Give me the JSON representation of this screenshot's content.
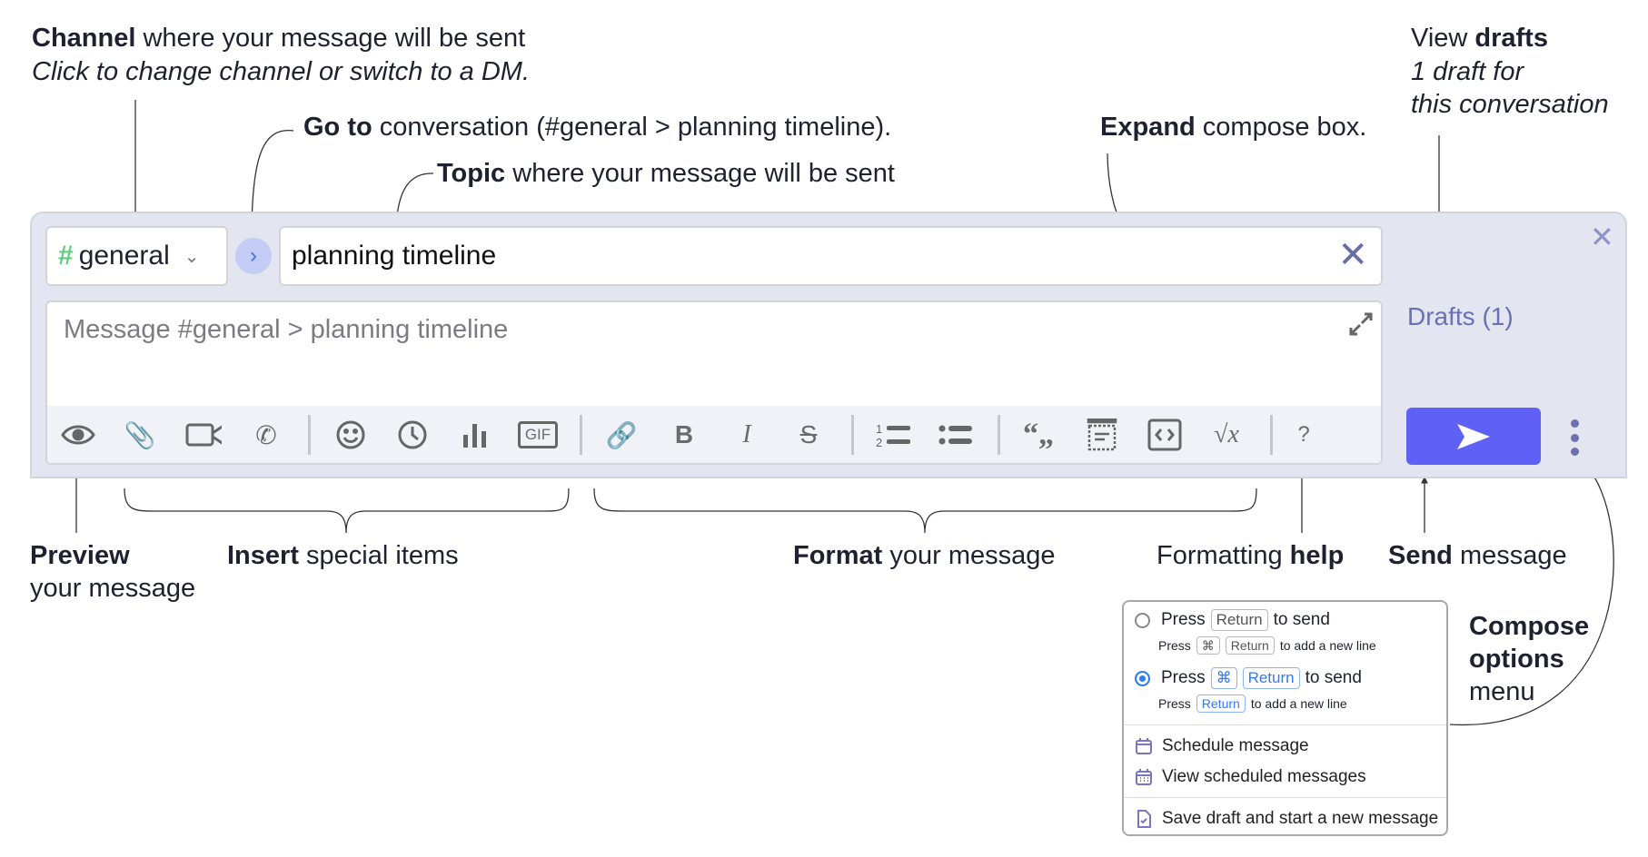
{
  "annotations": {
    "channel": {
      "bold": "Channel",
      "rest": " where your message will be sent",
      "sub": "Click to change channel or switch to a DM."
    },
    "goto": {
      "bold": "Go to",
      "rest": " conversation (#general > planning timeline)."
    },
    "topic": {
      "bold": "Topic",
      "rest": " where your message will be sent"
    },
    "expand": {
      "bold": "Expand",
      "rest": " compose box."
    },
    "drafts": {
      "pre": "View ",
      "bold": "drafts",
      "line2": "1 draft for",
      "line3": "this conversation"
    },
    "preview": {
      "bold": "Preview",
      "line2": "your message"
    },
    "insert": {
      "bold": "Insert",
      "rest": " special items"
    },
    "format": {
      "bold": "Format",
      "rest": " your message"
    },
    "help": {
      "pre": "Formatting ",
      "bold": "help"
    },
    "send": {
      "bold": "Send",
      "rest": " message"
    },
    "options": {
      "line1": "Compose",
      "line2": "options",
      "line3": "menu"
    }
  },
  "compose": {
    "channel": "general",
    "topic": "planning timeline",
    "placeholder": "Message #general > planning timeline",
    "drafts_label": "Drafts (1)",
    "channel_color": "#5fcf7d",
    "send_color": "#5f61f6",
    "toolbar_icons": [
      "eye-icon",
      "paperclip-icon",
      "video-icon",
      "phone-icon",
      "smile-icon",
      "clock-icon",
      "poll-icon",
      "gif-icon",
      "link-icon",
      "bold-icon",
      "italic-icon",
      "strikethrough-icon",
      "numbered-list-icon",
      "bullet-list-icon",
      "quote-icon",
      "spoiler-icon",
      "code-icon",
      "math-icon",
      "help-icon"
    ]
  },
  "menu": {
    "opt1": {
      "press": "Press",
      "key": "Return",
      "tail": "to send",
      "sub_press": "Press",
      "sub_key1": "⌘",
      "sub_key2": "Return",
      "sub_tail": "to add a new line",
      "selected": false
    },
    "opt2": {
      "press": "Press",
      "key1": "⌘",
      "key2": "Return",
      "tail": "to send",
      "sub_press": "Press",
      "sub_key": "Return",
      "sub_tail": "to add a new line",
      "selected": true
    },
    "items": [
      {
        "label": "Schedule message",
        "icon": "calendar-icon"
      },
      {
        "label": "View scheduled messages",
        "icon": "calendar-grid-icon"
      },
      {
        "label": "Save draft and start a new message",
        "icon": "draft-icon"
      }
    ]
  }
}
